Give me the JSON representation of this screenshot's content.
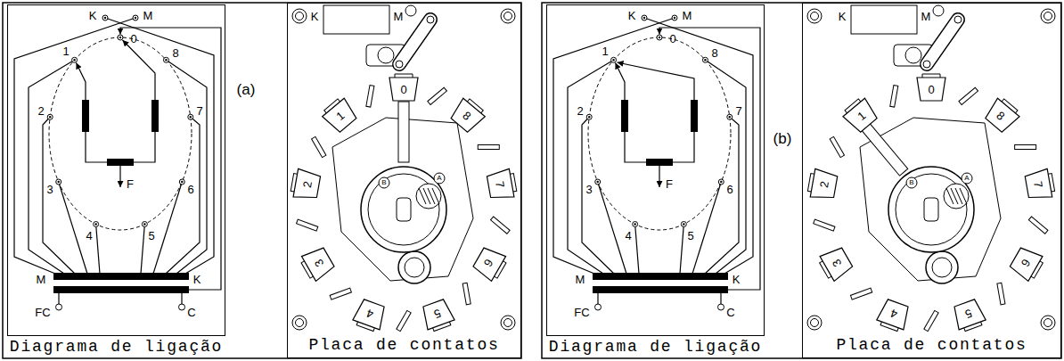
{
  "diagram": {
    "nodes": [
      {
        "text": [
          "Diagrama de ligação"
        ]
      },
      {
        "text": [
          "Placa de contatos"
        ]
      },
      {
        "text": [
          "Diagrama de ligação"
        ]
      },
      {
        "text": [
          "Placa de contatos"
        ]
      }
    ],
    "labels": [
      "K",
      "M",
      "0",
      "1",
      "2",
      "3",
      "4",
      "5",
      "6",
      "7",
      "8",
      "F",
      "M",
      "K",
      "FC",
      "C",
      "(a)",
      "K",
      "M",
      "0",
      "1",
      "2",
      "3",
      "4",
      "5",
      "6",
      "7",
      "8",
      "B",
      "A",
      "K",
      "M",
      "0",
      "1",
      "2",
      "3",
      "4",
      "5",
      "6",
      "7",
      "8",
      "F",
      "M",
      "K",
      "FC",
      "C",
      "(b)",
      "K",
      "M",
      "0",
      "1",
      "2",
      "3",
      "4",
      "5",
      "6",
      "7",
      "8",
      "B",
      "A"
    ]
  }
}
